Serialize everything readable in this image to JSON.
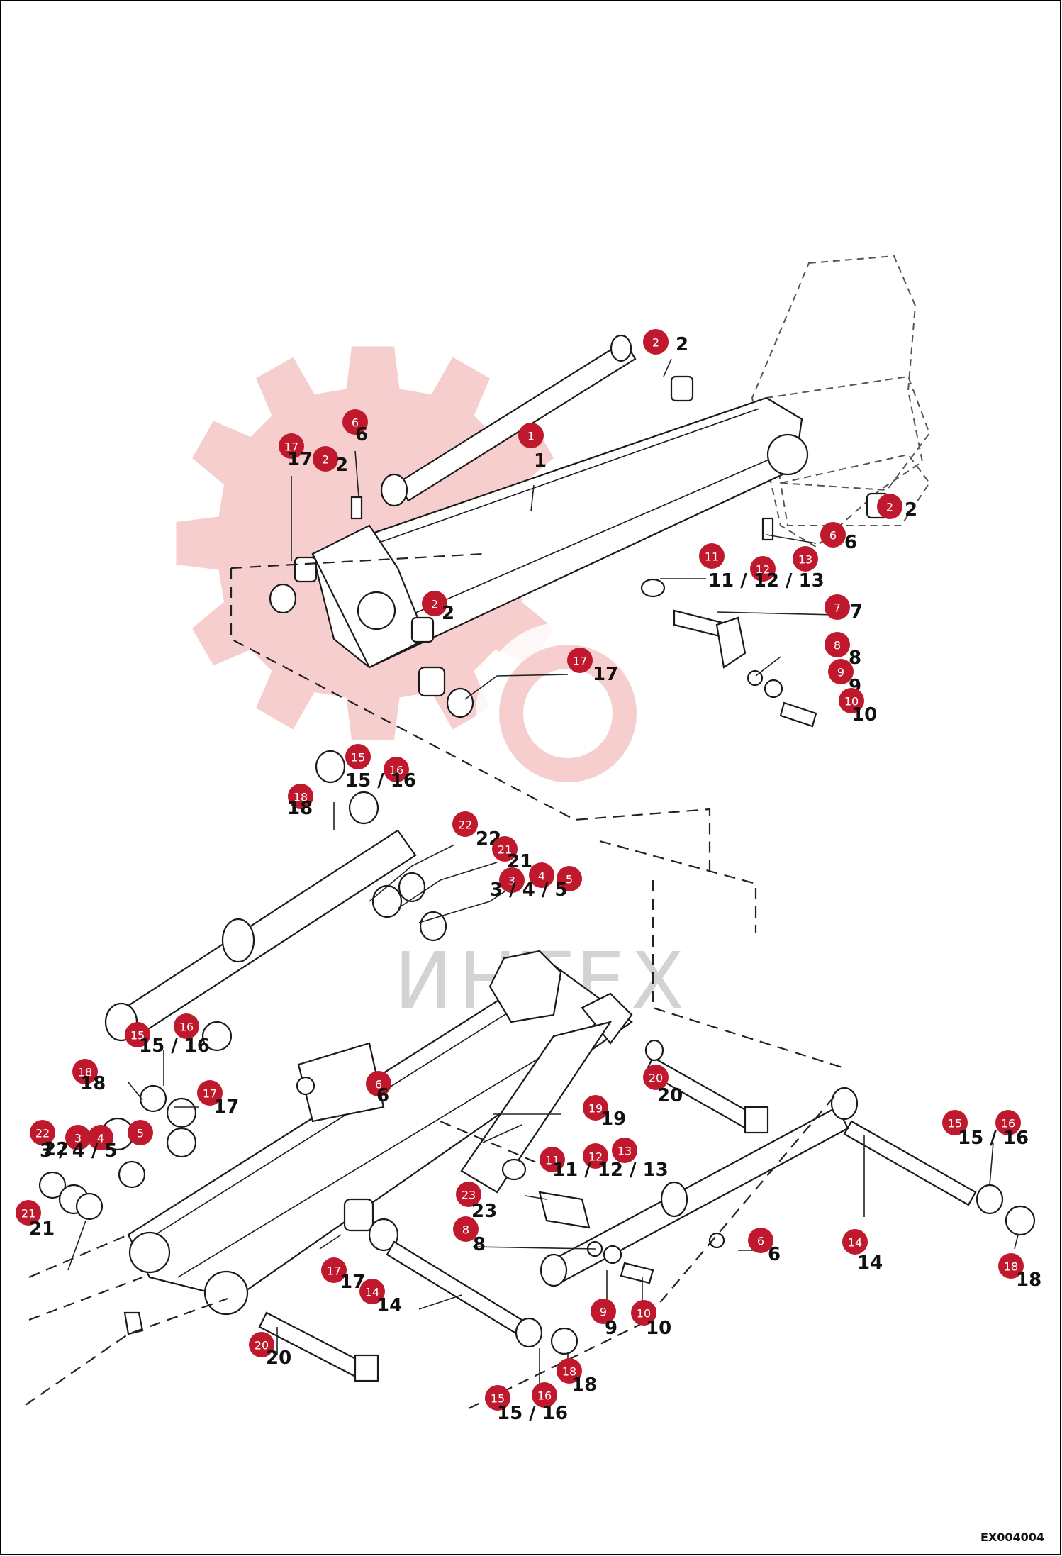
{
  "diagram_code": "EX004004",
  "watermark_text": "ИНТЕХ",
  "colors": {
    "callout": "#c0182c",
    "callout_text": "#ffffff",
    "line": "#1a1a1a",
    "watermark": "#f2bcbc"
  },
  "callouts": [
    {
      "num": "1",
      "label": "1"
    },
    {
      "num": "2",
      "label": "2"
    },
    {
      "num": "2",
      "label": "2"
    },
    {
      "num": "2",
      "label": "2"
    },
    {
      "num": "2",
      "label": "2"
    },
    {
      "num": "6",
      "label": "6"
    },
    {
      "num": "6",
      "label": "6"
    },
    {
      "num": "17",
      "label": "17"
    },
    {
      "num": "11",
      "label": "11"
    },
    {
      "num": "12",
      "label": "12"
    },
    {
      "num": "13",
      "label": "13"
    },
    {
      "num": "7",
      "label": "7"
    },
    {
      "num": "8",
      "label": "8"
    },
    {
      "num": "9",
      "label": "9"
    },
    {
      "num": "10",
      "label": "10"
    },
    {
      "num": "17",
      "label": "17"
    },
    {
      "num": "15",
      "label": "15"
    },
    {
      "num": "16",
      "label": "16"
    },
    {
      "num": "18",
      "label": "18"
    },
    {
      "num": "22",
      "label": "22"
    },
    {
      "num": "21",
      "label": "21"
    },
    {
      "num": "3",
      "label": "3"
    },
    {
      "num": "4",
      "label": "4"
    },
    {
      "num": "5",
      "label": "5"
    },
    {
      "num": "15",
      "label": "15"
    },
    {
      "num": "16",
      "label": "16"
    },
    {
      "num": "18",
      "label": "18"
    },
    {
      "num": "17",
      "label": "17"
    },
    {
      "num": "6",
      "label": "6"
    },
    {
      "num": "20",
      "label": "20"
    },
    {
      "num": "22",
      "label": "22"
    },
    {
      "num": "3",
      "label": "3"
    },
    {
      "num": "4",
      "label": "4"
    },
    {
      "num": "5",
      "label": "5"
    },
    {
      "num": "21",
      "label": "21"
    },
    {
      "num": "19",
      "label": "19"
    },
    {
      "num": "11",
      "label": "11"
    },
    {
      "num": "12",
      "label": "12"
    },
    {
      "num": "13",
      "label": "13"
    },
    {
      "num": "23",
      "label": "23"
    },
    {
      "num": "8",
      "label": "8"
    },
    {
      "num": "15",
      "label": "15"
    },
    {
      "num": "16",
      "label": "16"
    },
    {
      "num": "14",
      "label": "14"
    },
    {
      "num": "18",
      "label": "18"
    },
    {
      "num": "6",
      "label": "6"
    },
    {
      "num": "17",
      "label": "17"
    },
    {
      "num": "14",
      "label": "14"
    },
    {
      "num": "9",
      "label": "9"
    },
    {
      "num": "10",
      "label": "10"
    },
    {
      "num": "20",
      "label": "20"
    },
    {
      "num": "18",
      "label": "18"
    },
    {
      "num": "15",
      "label": "15"
    },
    {
      "num": "16",
      "label": "16"
    }
  ],
  "group_labels": [
    "11 / 12 / 13",
    "15 / 16",
    "3 / 4 / 5",
    "15 / 16",
    "3 / 4 / 5",
    "11 / 12 / 13",
    "15 / 16",
    "15 / 16"
  ]
}
